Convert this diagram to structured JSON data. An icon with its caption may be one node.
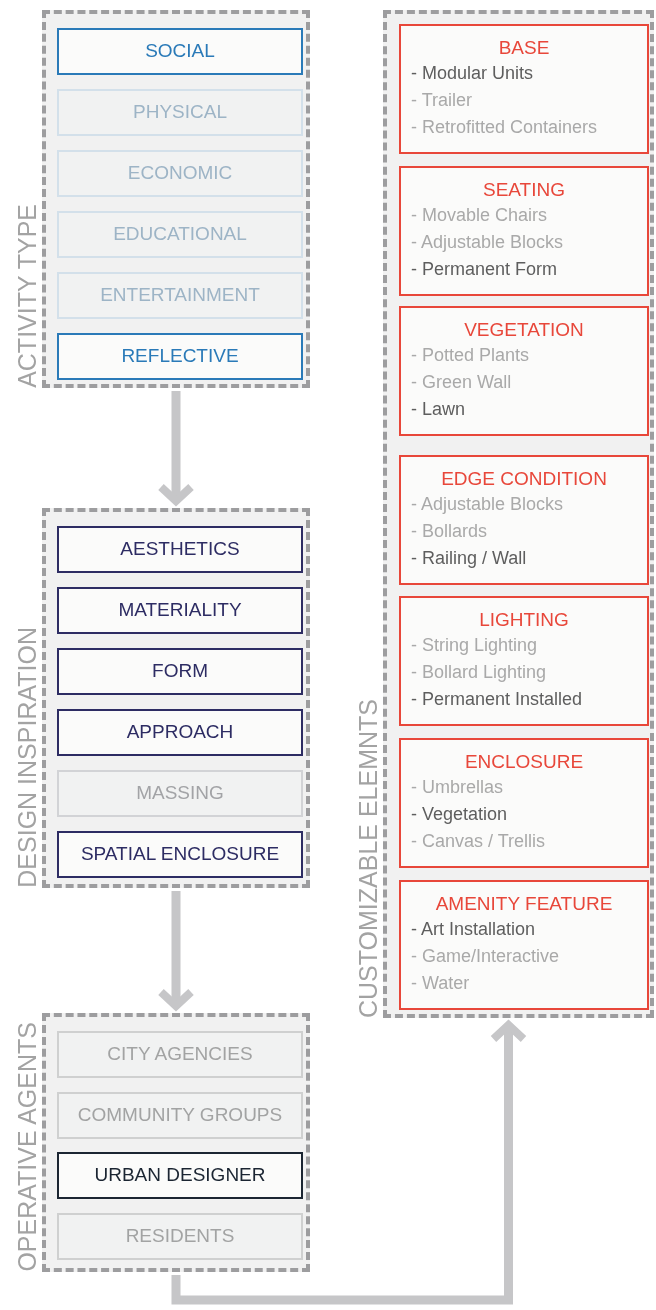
{
  "diagram": {
    "nodes": [
      {
        "text": [
          "ACTIVITY TYPE"
        ]
      },
      {
        "text": [
          "SOCIAL"
        ],
        "in": 0
      },
      {
        "text": [
          "PHYSICAL"
        ],
        "in": 0
      },
      {
        "text": [
          "ECONOMIC"
        ],
        "in": 0
      },
      {
        "text": [
          "EDUCATIONAL"
        ],
        "in": 0
      },
      {
        "text": [
          "ENTERTAINMENT"
        ],
        "in": 0
      },
      {
        "text": [
          "REFLECTIVE"
        ],
        "in": 0
      },
      {
        "text": [
          "DESIGN INSPIRATION"
        ]
      },
      {
        "text": [
          "AESTHETICS"
        ],
        "in": 7
      },
      {
        "text": [
          "MATERIALITY"
        ],
        "in": 7
      },
      {
        "text": [
          "FORM"
        ],
        "in": 7
      },
      {
        "text": [
          "APPROACH"
        ],
        "in": 7
      },
      {
        "text": [
          "MASSING"
        ],
        "in": 7
      },
      {
        "text": [
          "SPATIAL ENCLOSURE"
        ],
        "in": 7
      },
      {
        "text": [
          "OPERATIVE AGENTS"
        ]
      },
      {
        "text": [
          "CITY AGENCIES"
        ],
        "in": 14
      },
      {
        "text": [
          "COMMUNITY GROUPS"
        ],
        "in": 14
      },
      {
        "text": [
          "URBAN DESIGNER"
        ],
        "in": 14
      },
      {
        "text": [
          "RESIDENTS"
        ],
        "in": 14
      },
      {
        "text": [
          "CUSTOMIZABLE ELEMNTS"
        ]
      },
      {
        "text": [
          "BASE",
          "- Modular Units",
          "- Trailer",
          "- Retrofitted Containers"
        ],
        "in": 19
      },
      {
        "text": [
          "SEATING",
          "- Movable Chairs",
          "- Adjustable Blocks",
          "- Permanent Form"
        ],
        "in": 19
      },
      {
        "text": [
          "VEGETATION",
          "- Potted Plants",
          "- Green Wall",
          "- Lawn"
        ],
        "in": 19
      },
      {
        "text": [
          "EDGE CONDITION",
          "- Adjustable Blocks",
          "- Bollards",
          "- Railing / Wall"
        ],
        "in": 19
      },
      {
        "text": [
          "LIGHTING",
          "- String Lighting",
          "- Bollard Lighting",
          "- Permanent Installed"
        ],
        "in": 19
      },
      {
        "text": [
          "ENCLOSURE",
          "- Umbrellas",
          "- Vegetation",
          "- Canvas / Trellis"
        ],
        "in": 19
      },
      {
        "text": [
          "AMENITY FEATURE",
          "- Art Installation",
          "- Game/Interactive",
          "- Water"
        ],
        "in": 19
      }
    ],
    "edges": [
      {
        "from": 0,
        "to": 7,
        "arrow": "to"
      },
      {
        "from": 7,
        "to": 14,
        "arrow": "to"
      },
      {
        "from": 14,
        "to": 19,
        "arrow": "to"
      }
    ]
  }
}
